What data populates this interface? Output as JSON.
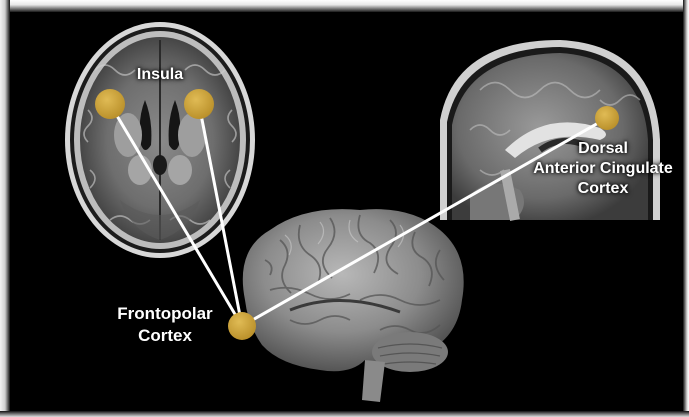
{
  "labels": {
    "insula": "Insula",
    "dacc_line1": "Dorsal",
    "dacc_line2": "Anterior Cingulate",
    "dacc_line3": "Cortex",
    "frontopolar_line1": "Frontopolar",
    "frontopolar_line2": "Cortex"
  },
  "colors": {
    "region_marker": "#c9a23a",
    "connection_line": "#ffffff",
    "background": "#000000"
  },
  "icons": {
    "axial_slice": "axial-brain-mri-image",
    "sagittal_slice": "sagittal-brain-mri-image",
    "brain_3d": "3d-brain-render-image"
  }
}
